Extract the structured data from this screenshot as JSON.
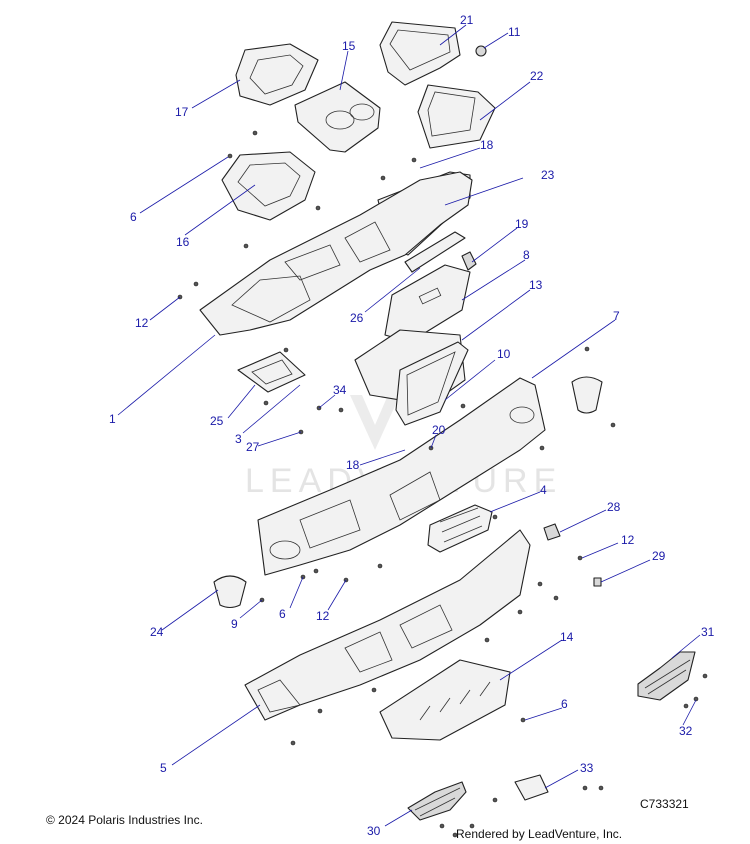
{
  "diagram": {
    "code": "C733321",
    "copyright": "© 2024 Polaris Industries Inc.",
    "rendered_by": "Rendered by LeadVenture, Inc.",
    "watermark": "LEADVENTURE",
    "callouts": [
      {
        "id": "c21",
        "label": "21"
      },
      {
        "id": "c11",
        "label": "11"
      },
      {
        "id": "c15",
        "label": "15"
      },
      {
        "id": "c17",
        "label": "17"
      },
      {
        "id": "c22",
        "label": "22"
      },
      {
        "id": "c18a",
        "label": "18"
      },
      {
        "id": "c23",
        "label": "23"
      },
      {
        "id": "c6a",
        "label": "6"
      },
      {
        "id": "c16",
        "label": "16"
      },
      {
        "id": "c19",
        "label": "19"
      },
      {
        "id": "c8",
        "label": "8"
      },
      {
        "id": "c12a",
        "label": "12"
      },
      {
        "id": "c26",
        "label": "26"
      },
      {
        "id": "c13",
        "label": "13"
      },
      {
        "id": "c7",
        "label": "7"
      },
      {
        "id": "c10",
        "label": "10"
      },
      {
        "id": "c1",
        "label": "1"
      },
      {
        "id": "c25",
        "label": "25"
      },
      {
        "id": "c34",
        "label": "34"
      },
      {
        "id": "c3",
        "label": "3"
      },
      {
        "id": "c20",
        "label": "20"
      },
      {
        "id": "c27",
        "label": "27"
      },
      {
        "id": "c18b",
        "label": "18"
      },
      {
        "id": "c4",
        "label": "4"
      },
      {
        "id": "c28",
        "label": "28"
      },
      {
        "id": "c12b",
        "label": "12"
      },
      {
        "id": "c29",
        "label": "29"
      },
      {
        "id": "c24",
        "label": "24"
      },
      {
        "id": "c9",
        "label": "9"
      },
      {
        "id": "c6b",
        "label": "6"
      },
      {
        "id": "c12c",
        "label": "12"
      },
      {
        "id": "c14",
        "label": "14"
      },
      {
        "id": "c31",
        "label": "31"
      },
      {
        "id": "c6c",
        "label": "6"
      },
      {
        "id": "c32",
        "label": "32"
      },
      {
        "id": "c5",
        "label": "5"
      },
      {
        "id": "c33",
        "label": "33"
      },
      {
        "id": "c30",
        "label": "30"
      }
    ]
  }
}
